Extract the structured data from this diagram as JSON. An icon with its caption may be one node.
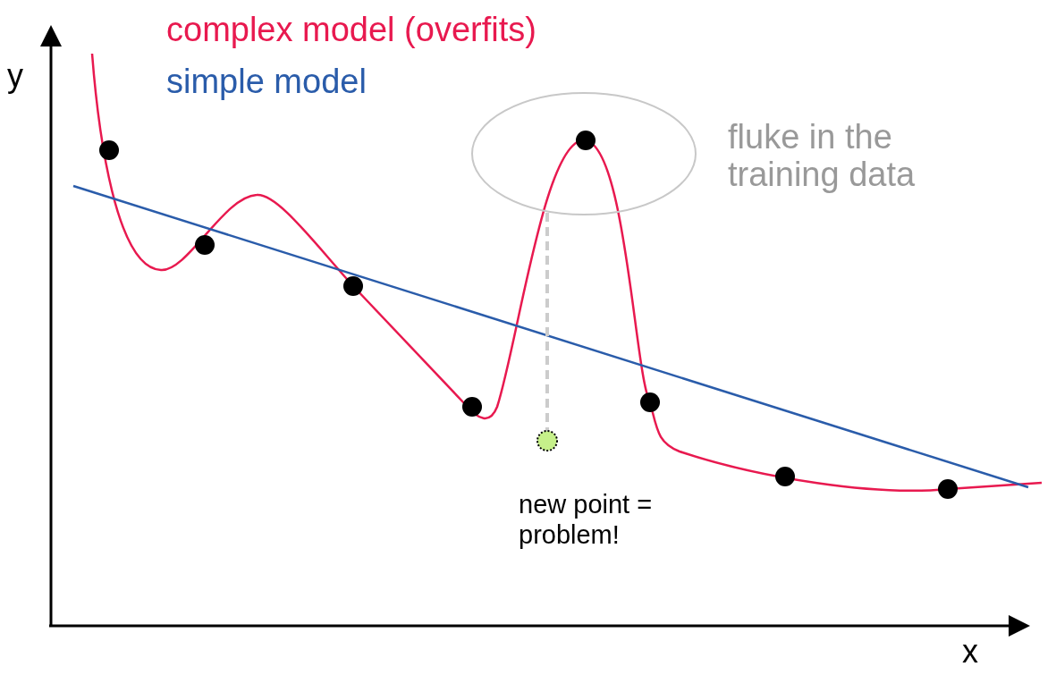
{
  "diagram": {
    "nodes": [
      {
        "text": [],
        "shape": "ellipse",
        "beside": [
          "fluke in the training data"
        ]
      },
      {
        "text": [],
        "shape": "circle",
        "beside": [
          "new point = problem!"
        ]
      }
    ],
    "edges": [
      {
        "from": 0,
        "to": 1,
        "arrow": "none",
        "style": "dashed"
      }
    ],
    "labels": [
      "complex model (overfits)",
      "simple model",
      "y",
      "x"
    ]
  }
}
